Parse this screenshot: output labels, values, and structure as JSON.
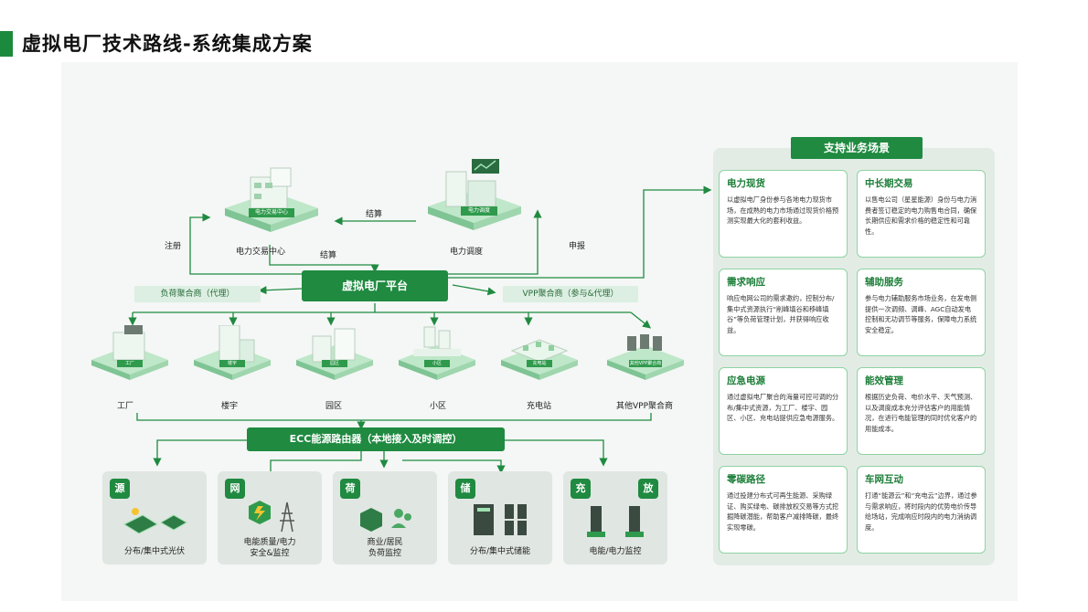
{
  "title": "虚拟电厂技术路线-系统集成方案",
  "panel_title": "支持业务场景",
  "cards": [
    {
      "title": "电力现货",
      "text": "以虚拟电厂身份参与各地电力现货市场，在成熟的电力市场通过现货价格预测实现最大化的套利收益。"
    },
    {
      "title": "中长期交易",
      "text": "以售电公司（星星能源）身份与电力消费者签订稳定的电力购售电合同，确保长期供应和需求价格的稳定性和可靠性。"
    },
    {
      "title": "需求响应",
      "text": "响应电网公司的需求邀约，控制分布/集中式资源执行“削峰填谷和移峰填谷”等负荷管理计划，并获得响应收益。"
    },
    {
      "title": "辅助服务",
      "text": "参与电力辅助服务市场业务，在发电侧提供一次调频、调峰、AGC自动发电控制和无功调节等服务，保障电力系统安全稳定。"
    },
    {
      "title": "应急电源",
      "text": "通过虚拟电厂聚合的海量可控可调的分布/集中式资源，为工厂、楼宇、园区、小区、充电站提供应急电源服务。"
    },
    {
      "title": "能效管理",
      "text": "根据历史负荷、电价水平、天气预测、以及调度成本充分评估客户的用能情况，在进行电能管理的同时优化客户的用能成本。"
    },
    {
      "title": "零碳路径",
      "text": "通过投建分布式可再生能源、采购绿证、购买绿电、碳排放权交易等方式挖掘降碳潜能，帮助客户减排降碳，最终实现零碳。"
    },
    {
      "title": "车网互动",
      "text": "打通“能源云”和“充电云”边界，通过参与需求响应，将时段内的优势电价传导给场站，完成响应时段内的电力消纳调度。"
    }
  ],
  "top": {
    "center": "电力交易中心",
    "dispatch": "电力调度",
    "register": "注册",
    "settle_top": "结算",
    "settle_mid": "结算",
    "report": "申报",
    "center_badge": "电力交易中心",
    "dispatch_badge": "电力调度"
  },
  "vpp_platform": "虚拟电厂平台",
  "load_agg": "负荷聚合商（代理）",
  "vpp_agg": "VPP聚合商（参与&代理）",
  "buildings": [
    "工厂",
    "楼宇",
    "园区",
    "小区",
    "充电站",
    "其他VPP聚合商"
  ],
  "building_badges": [
    "工厂",
    "楼宇",
    "园区",
    "小区",
    "充电站",
    "其他VPP聚合商"
  ],
  "ecc": "ECC能源路由器（本地接入及时调控）",
  "bottom": [
    {
      "badges": [
        "源"
      ],
      "label": "分布/集中式光伏"
    },
    {
      "badges": [
        "网"
      ],
      "label": "电能质量/电力\n安全&监控"
    },
    {
      "badges": [
        "荷"
      ],
      "label": "商业/居民\n负荷监控"
    },
    {
      "badges": [
        "储"
      ],
      "label": "分布/集中式储能"
    },
    {
      "badges": [
        "充",
        "放"
      ],
      "label": "电能/电力监控"
    }
  ],
  "colors": {
    "accent": "#1f8a40",
    "card_border": "#8fd3a3",
    "panel_bg": "#e2ece5"
  }
}
